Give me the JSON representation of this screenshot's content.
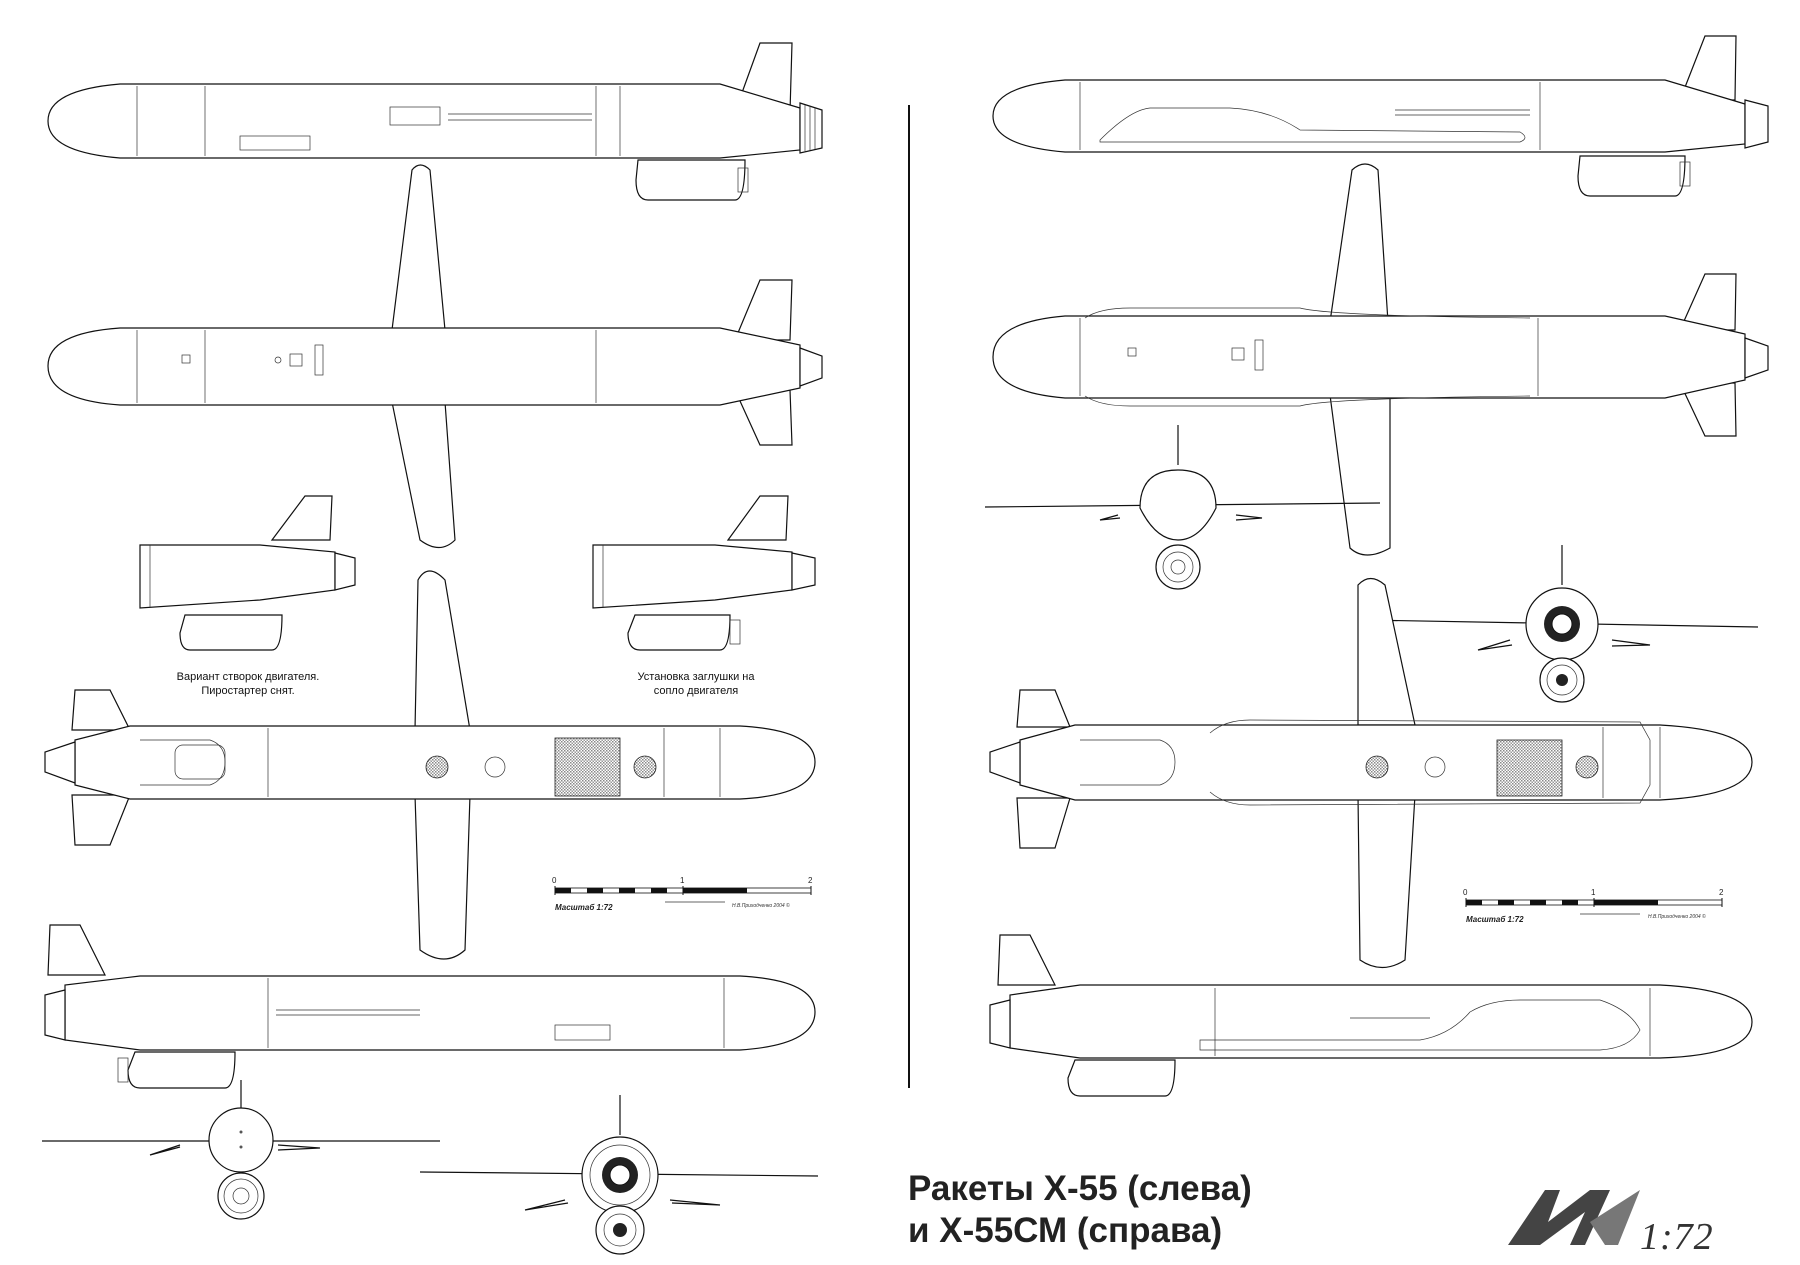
{
  "title": {
    "line1": "Ракеты Х-55 (слева)",
    "line2": "и Х-55СМ (справа)"
  },
  "captions": {
    "engine_doors": [
      "Вариант створок двигателя.",
      "Пиростартер снят."
    ],
    "nozzle_plug": [
      "Установка заглушки на",
      "сопло двигателя"
    ]
  },
  "scale_bars": [
    {
      "label": "Масштаб 1:72",
      "ticks": [
        "0",
        "1",
        "2"
      ],
      "credit": "Н.В.Приходченко 2004 ©"
    },
    {
      "label": "Масштаб 1:72",
      "ticks": [
        "0",
        "1",
        "2"
      ],
      "credit": "Н.В.Приходченко 2004 ©"
    }
  ],
  "logo": {
    "scale": "1:72"
  },
  "colors": {
    "line": "#111111",
    "fill": "#ffffff",
    "hatch": "#888888",
    "title": "#222222"
  }
}
